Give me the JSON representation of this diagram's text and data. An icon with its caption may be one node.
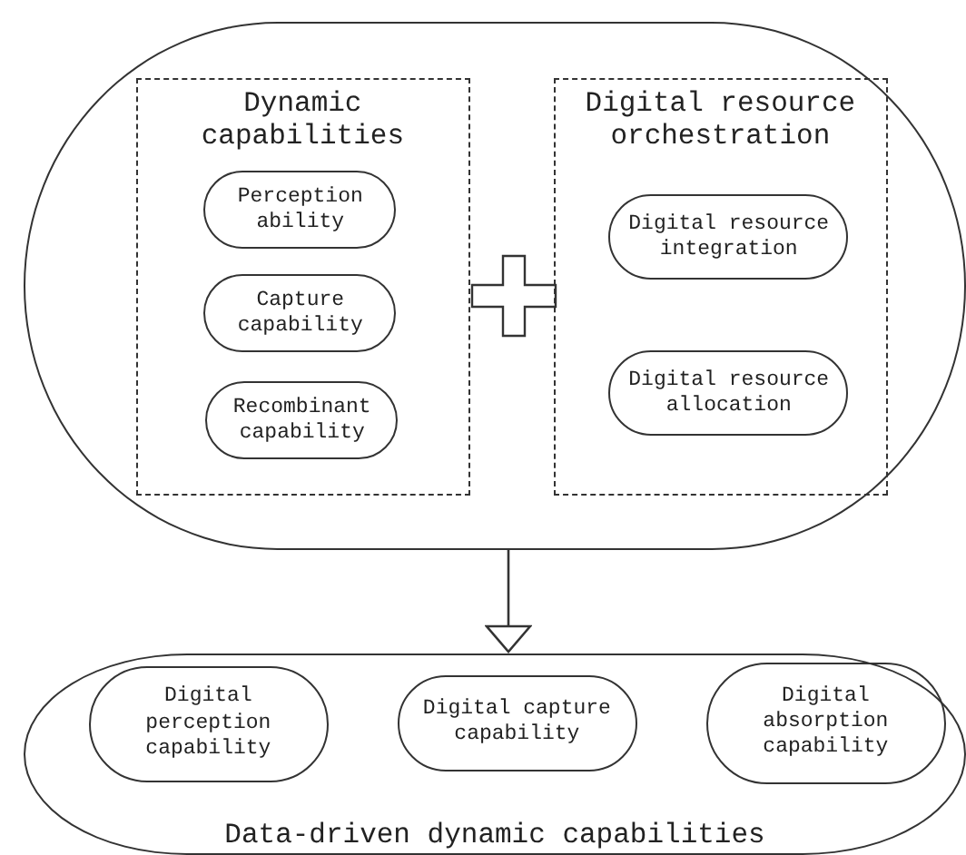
{
  "diagram": {
    "nodes": [
      {
        "text": [],
        "shape": "box"
      },
      {
        "text": [
          "Dynamic capabilities"
        ],
        "in": 0
      },
      {
        "text": [
          "Perception ability"
        ],
        "in": 1
      },
      {
        "text": [
          "Capture capability"
        ],
        "in": 1
      },
      {
        "text": [
          "Recombinant capability"
        ],
        "in": 1
      },
      {
        "text": [
          "Digital resource orchestration"
        ],
        "in": 0
      },
      {
        "text": [
          "Digital resource integration"
        ],
        "in": 5
      },
      {
        "text": [
          "Digital resource allocation"
        ],
        "in": 5
      },
      {
        "text": [
          "Data-driven dynamic capabilities"
        ]
      },
      {
        "text": [
          "Digital perception capability"
        ],
        "in": 8
      },
      {
        "text": [
          "Digital capture capability"
        ],
        "in": 8
      },
      {
        "text": [
          "Digital absorption capability"
        ],
        "in": 8
      }
    ],
    "edges": [
      {
        "from": 0,
        "to": 8,
        "arrow": "to"
      }
    ]
  }
}
